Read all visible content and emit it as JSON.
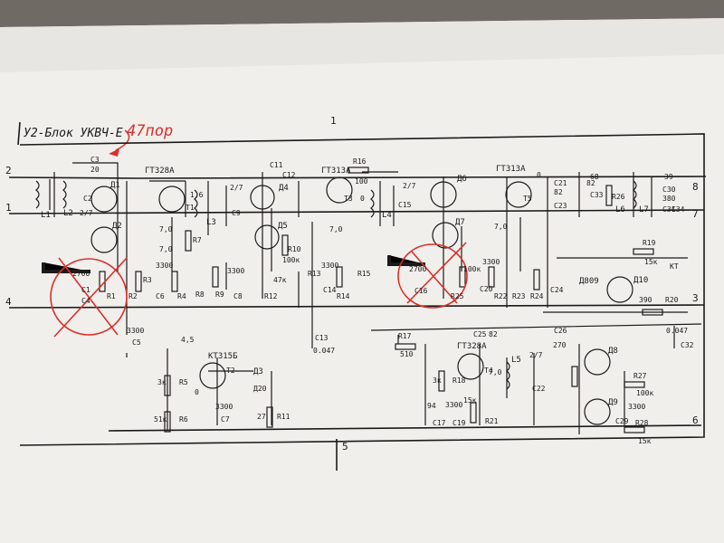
{
  "sheet": {
    "title": "У2-Блок УКВЧ-Е",
    "page_mark": "1",
    "bottom_mark": "5",
    "handwritten_note": "47пор"
  },
  "terminals": [
    "2",
    "1",
    "4",
    "8",
    "7",
    "3",
    "6"
  ],
  "transistors": [
    {
      "id": "T1",
      "type": "ГТ328А"
    },
    {
      "id": "T2",
      "type": "КТ315Б"
    },
    {
      "id": "T3",
      "type": "ГТ313А"
    },
    {
      "id": "T4",
      "type": "ГТ328А"
    },
    {
      "id": "T5",
      "type": "ГТ313А"
    }
  ],
  "diodes": [
    "Д1",
    "Д2",
    "Д3",
    "Д4",
    "Д5",
    "Д6",
    "Д7",
    "Д8",
    "Д9",
    "Д10"
  ],
  "diode_parts": [
    "Д20",
    "Д809"
  ],
  "inductors": [
    "L1",
    "L2",
    "L3",
    "L4",
    "L5",
    "L6",
    "L7"
  ],
  "resistors": [
    {
      "id": "R1",
      "value": ""
    },
    {
      "id": "R2",
      "value": ""
    },
    {
      "id": "R3",
      "value": ""
    },
    {
      "id": "R4",
      "value": ""
    },
    {
      "id": "R5",
      "value": "3к"
    },
    {
      "id": "R6",
      "value": "51к"
    },
    {
      "id": "R7",
      "value": ""
    },
    {
      "id": "R8",
      "value": ""
    },
    {
      "id": "R9",
      "value": ""
    },
    {
      "id": "R10",
      "value": "100к"
    },
    {
      "id": "R11",
      "value": "27"
    },
    {
      "id": "R12",
      "value": ""
    },
    {
      "id": "R13",
      "value": "47к"
    },
    {
      "id": "R14",
      "value": ""
    },
    {
      "id": "R15",
      "value": ""
    },
    {
      "id": "R16",
      "value": "100"
    },
    {
      "id": "R17",
      "value": "510"
    },
    {
      "id": "R18",
      "value": "3к"
    },
    {
      "id": "R19",
      "value": "15к"
    },
    {
      "id": "R20",
      "value": "390"
    },
    {
      "id": "R21",
      "value": "15к"
    },
    {
      "id": "R22",
      "value": ""
    },
    {
      "id": "R23",
      "value": ""
    },
    {
      "id": "R24",
      "value": ""
    },
    {
      "id": "R25",
      "value": "100к"
    },
    {
      "id": "R26",
      "value": ""
    },
    {
      "id": "R27",
      "value": "100к"
    },
    {
      "id": "R28",
      "value": "15к"
    }
  ],
  "capacitors": [
    {
      "id": "C1",
      "value": "2700"
    },
    {
      "id": "C2",
      "value": ""
    },
    {
      "id": "C3",
      "value": "20"
    },
    {
      "id": "C4",
      "value": ""
    },
    {
      "id": "C5",
      "value": "3300"
    },
    {
      "id": "C6",
      "value": "3300"
    },
    {
      "id": "C7",
      "value": "3300"
    },
    {
      "id": "C8",
      "value": "3300"
    },
    {
      "id": "C9",
      "value": ""
    },
    {
      "id": "C11",
      "value": ""
    },
    {
      "id": "C12",
      "value": ""
    },
    {
      "id": "C13",
      "value": "0.047"
    },
    {
      "id": "C14",
      "value": "3300"
    },
    {
      "id": "C15",
      "value": "2/7"
    },
    {
      "id": "C16",
      "value": "2700"
    },
    {
      "id": "C17",
      "value": "94"
    },
    {
      "id": "C19",
      "value": "3300"
    },
    {
      "id": "C20",
      "value": "3300"
    },
    {
      "id": "C21",
      "value": "82"
    },
    {
      "id": "C22",
      "value": "2/7"
    },
    {
      "id": "C23",
      "value": "82"
    },
    {
      "id": "C24",
      "value": ""
    },
    {
      "id": "C25",
      "value": "82"
    },
    {
      "id": "C26",
      "value": "270"
    },
    {
      "id": "C29",
      "value": "3300"
    },
    {
      "id": "C30",
      "value": "380"
    },
    {
      "id": "C31",
      "value": ""
    },
    {
      "id": "C32",
      "value": "0.047"
    },
    {
      "id": "C33",
      "value": "68"
    },
    {
      "id": "C34",
      "value": "39"
    }
  ],
  "misc_labels": [
    "2/7",
    "7,0",
    "4,5",
    "0",
    "1,6",
    "KT"
  ],
  "colors": {
    "paper": "#f1efec",
    "ink": "#1d1b1a",
    "annotation": "#d9302a",
    "background": "#6f6a64"
  }
}
